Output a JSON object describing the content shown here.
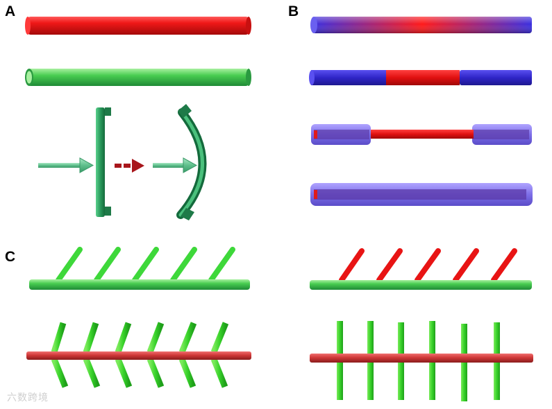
{
  "panels": {
    "a": {
      "label": "A"
    },
    "b": {
      "label": "B"
    },
    "c": {
      "label": "C"
    }
  },
  "watermark": {
    "text": "六数跨境"
  },
  "colors": {
    "red": "#e8141e",
    "green": "#3fc93f",
    "green_dark": "#1f7a4a",
    "blue": "#3a2fd8",
    "lavender": "#8a78ee",
    "arrow_red": "#a8161b",
    "rod_red": "#c84040"
  }
}
